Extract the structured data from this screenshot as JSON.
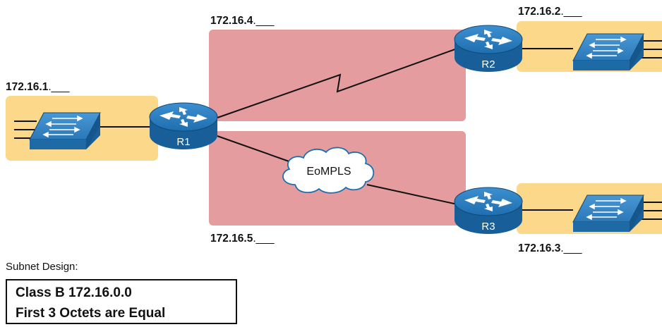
{
  "lans": {
    "r1_lan_label": "172.16.1.___",
    "r2_lan_label": "172.16.2.___",
    "r3_lan_label": "172.16.3.___"
  },
  "wans": {
    "serial_label": "172.16.4.___",
    "eompls_label": "172.16.5.___",
    "cloud_label": "EoMPLS"
  },
  "routers": {
    "r1": "R1",
    "r2": "R2",
    "r3": "R3"
  },
  "design": {
    "caption": "Subnet Design:",
    "line1": "Class B  172.16.0.0",
    "line2": "First 3 Octets are Equal"
  },
  "colors": {
    "lan_fill": "#fcd88a",
    "wan_fill": "#e59c9f",
    "device_blue": "#1b6fae",
    "line": "#111111"
  }
}
